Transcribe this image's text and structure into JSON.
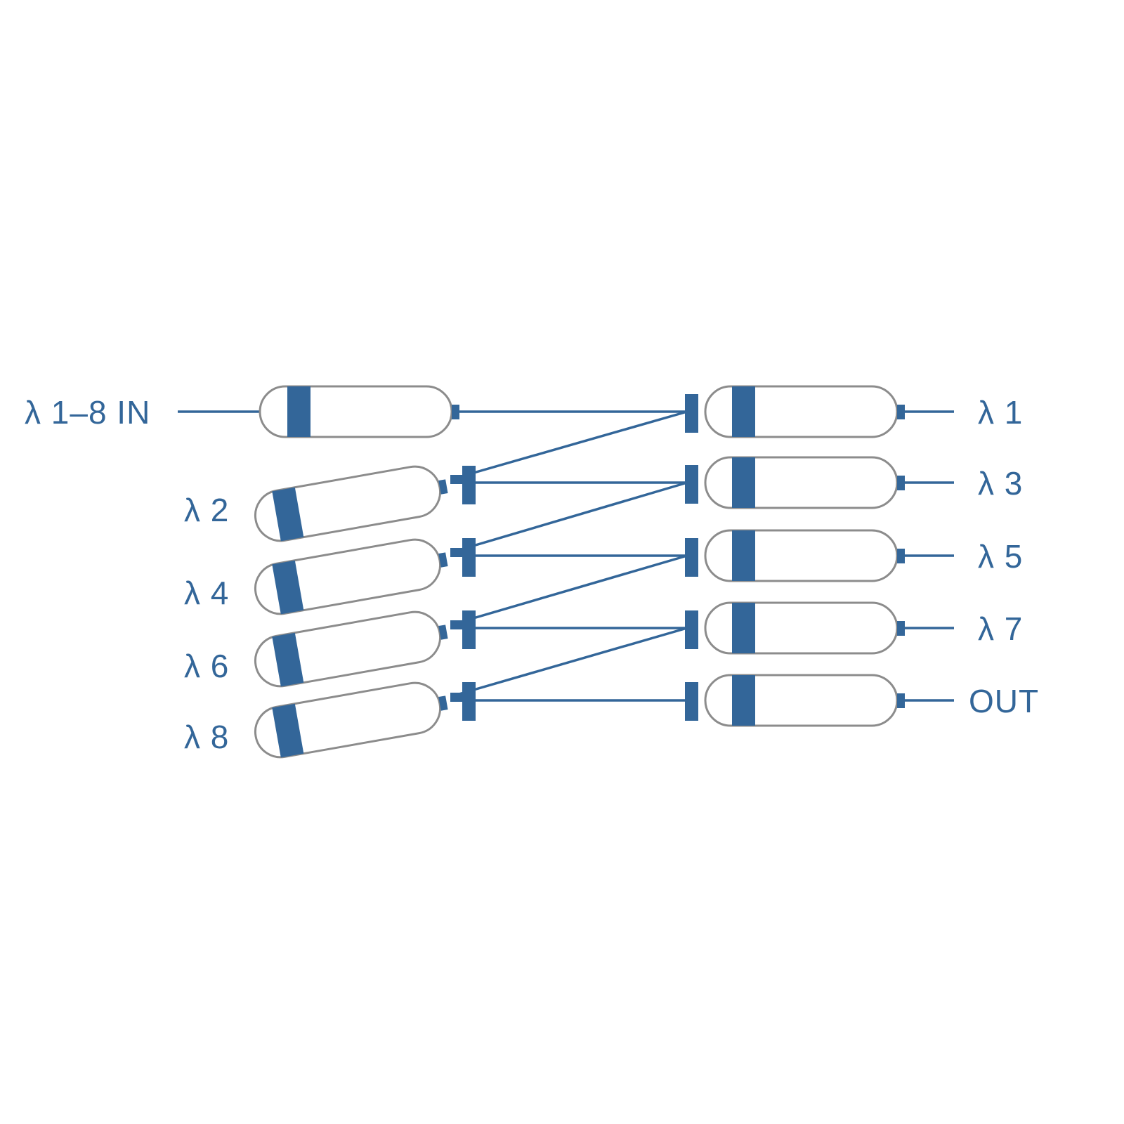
{
  "colors": {
    "accent": "#336699",
    "outline": "#8c8c8c",
    "background": "#ffffff"
  },
  "labels": {
    "input": "λ 1–8 IN",
    "left": [
      "λ 2",
      "λ 4",
      "λ 6",
      "λ 8"
    ],
    "right": [
      "λ 1",
      "λ 3",
      "λ 5",
      "λ 7",
      "OUT"
    ]
  }
}
